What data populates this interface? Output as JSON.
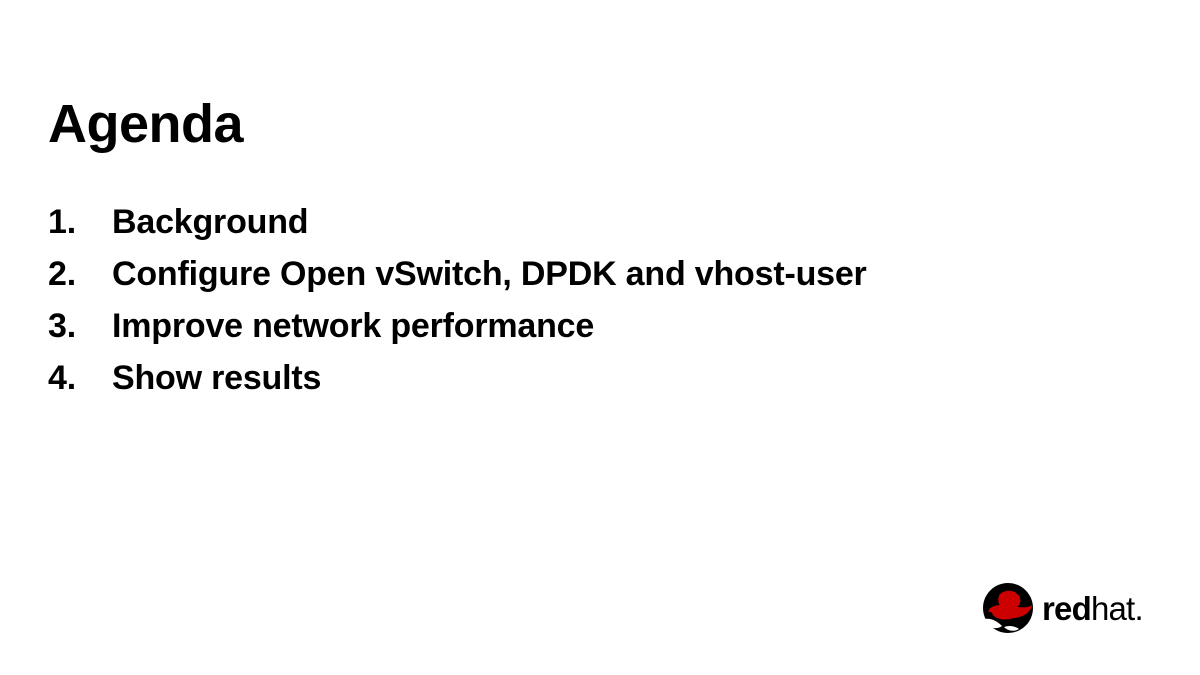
{
  "slide": {
    "title": "Agenda",
    "background_color": "#FFFFFF",
    "text_color": "#000000"
  },
  "agenda": {
    "items": [
      {
        "marker": "1.",
        "label": "Background"
      },
      {
        "marker": "2.",
        "label": "Configure Open vSwitch, DPDK and vhost-user"
      },
      {
        "marker": "3.",
        "label": "Improve network performance"
      },
      {
        "marker": "4.",
        "label": "Show results"
      }
    ]
  },
  "logo": {
    "name": "redhat-logo",
    "word_bold": "red",
    "word_light": "hat",
    "word_dot": ".",
    "hat_color": "#CC0000",
    "shadow_color": "#000000"
  }
}
